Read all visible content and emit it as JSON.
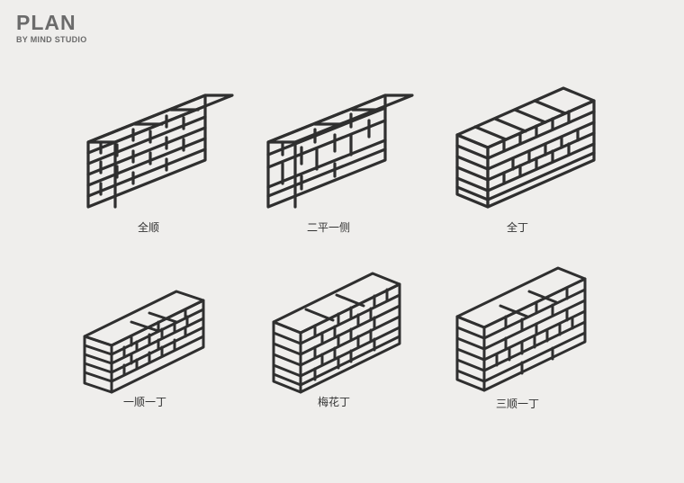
{
  "brand": {
    "title": "PLAN",
    "subtitle": "BY MIND STUDIO"
  },
  "walls": [
    {
      "name": "全顺",
      "pattern": "full-stretcher"
    },
    {
      "name": "二平一侧",
      "pattern": "two-flat-one-side"
    },
    {
      "name": "全丁",
      "pattern": "full-header"
    },
    {
      "name": "一顺一丁",
      "pattern": "one-stretcher-one-header"
    },
    {
      "name": "梅花丁",
      "pattern": "flemish-bond"
    },
    {
      "name": "三顺一丁",
      "pattern": "three-stretcher-one-header"
    }
  ]
}
